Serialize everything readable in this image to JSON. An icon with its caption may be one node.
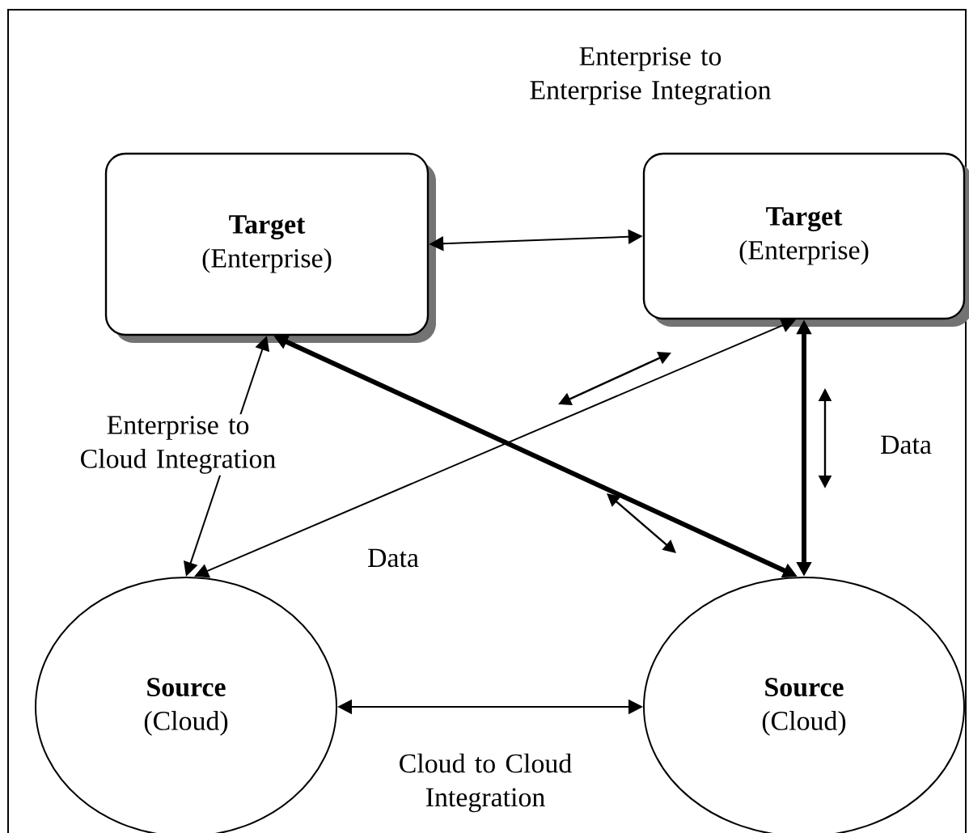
{
  "diagram": {
    "nodes": [
      {
        "text": [
          "Target",
          "(Enterprise)"
        ]
      },
      {
        "text": [
          "Target",
          "(Enterprise)"
        ]
      },
      {
        "text": [
          "Source",
          "(Cloud)"
        ]
      },
      {
        "text": [
          "Source",
          "(Cloud)"
        ]
      }
    ],
    "edges": [
      {
        "from": 0,
        "to": 1,
        "arrow": "both"
      },
      {
        "from": 2,
        "to": 0,
        "arrow": "both"
      },
      {
        "from": 0,
        "to": 3,
        "arrow": "both",
        "style": "thick"
      },
      {
        "from": 2,
        "to": 1,
        "arrow": "both"
      },
      {
        "from": 1,
        "to": 3,
        "arrow": "both",
        "style": "thick"
      },
      {
        "from": 2,
        "to": 3,
        "arrow": "both"
      }
    ],
    "labels": [
      "Enterprise to Enterprise Integration",
      "Enterprise to Cloud Integration",
      "Data",
      "Data",
      "Cloud to Cloud Integration"
    ]
  }
}
